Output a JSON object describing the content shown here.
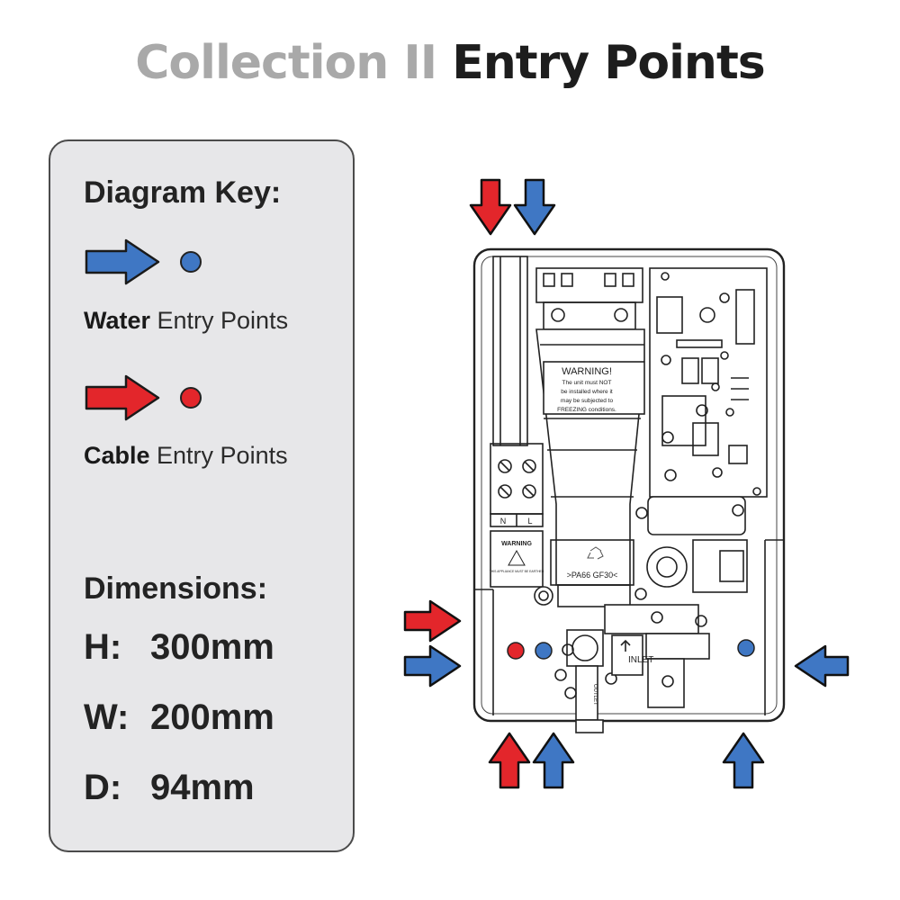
{
  "title": {
    "part1": "Collection II",
    "part2": "Entry Points"
  },
  "key": {
    "heading": "Diagram Key:",
    "water": {
      "bold": "Water",
      "rest": " Entry Points",
      "color": "#3f77c4"
    },
    "cable": {
      "bold": "Cable",
      "rest": " Entry Points",
      "color": "#e3262b"
    }
  },
  "dimensions": {
    "heading": "Dimensions:",
    "items": [
      {
        "label": "H:",
        "value": "300mm"
      },
      {
        "label": "W:",
        "value": "200mm"
      },
      {
        "label": "D:",
        "value": "94mm"
      }
    ]
  },
  "unit_labels": {
    "warning_title": "WARNING!",
    "warning_lines": [
      "The unit must NOT",
      "be installed where it",
      "may be subjected to",
      "FREEZING conditions."
    ],
    "material": ">PA66 GF30<",
    "terminal_n": "N",
    "terminal_l": "L",
    "small_warning": "WARNING",
    "small_warning_note": "THIS APPLIANCE MUST BE EARTHED",
    "inlet": "INLET",
    "outlet": "OUTLET"
  }
}
